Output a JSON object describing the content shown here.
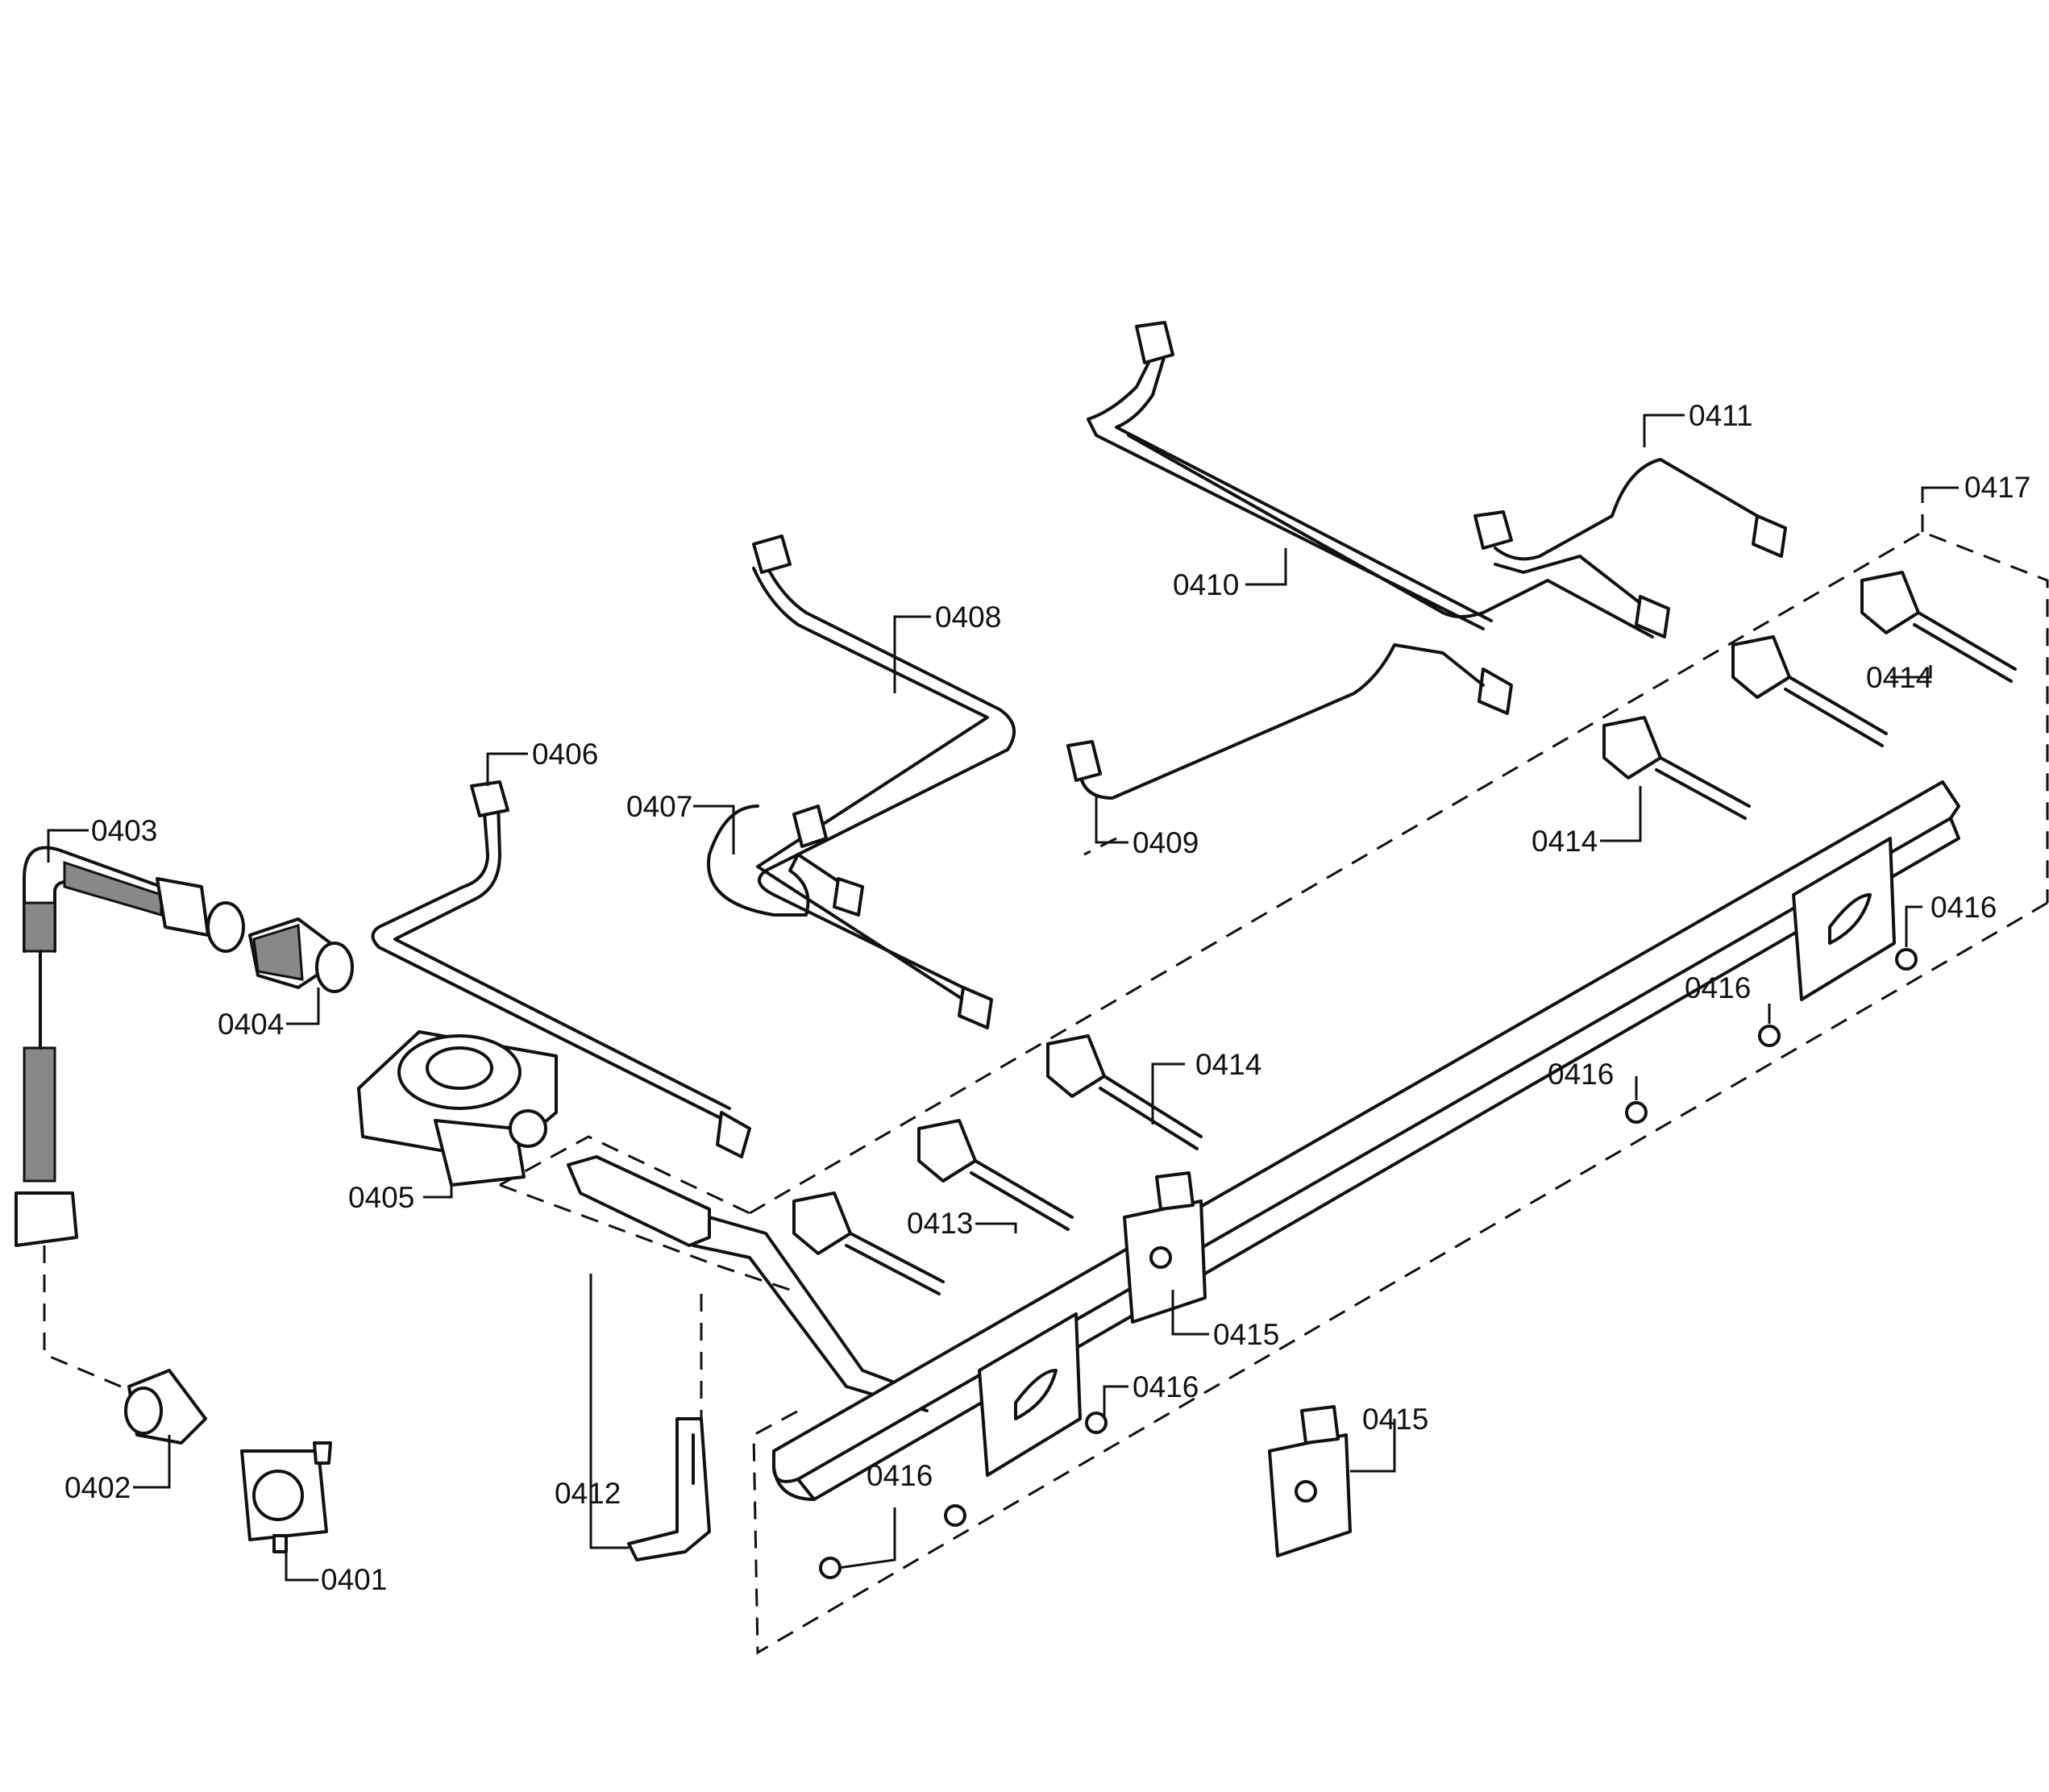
{
  "labels": {
    "p0401": "0401",
    "p0402": "0402",
    "p0403": "0403",
    "p0404": "0404",
    "p0405": "0405",
    "p0406": "0406",
    "p0407": "0407",
    "p0408": "0408",
    "p0409": "0409",
    "p0410": "0410",
    "p0411": "0411",
    "p0412": "0412",
    "p0413": "0413",
    "p0414": "0414",
    "p0415": "0415",
    "p0416": "0416",
    "p0417": "0417"
  }
}
